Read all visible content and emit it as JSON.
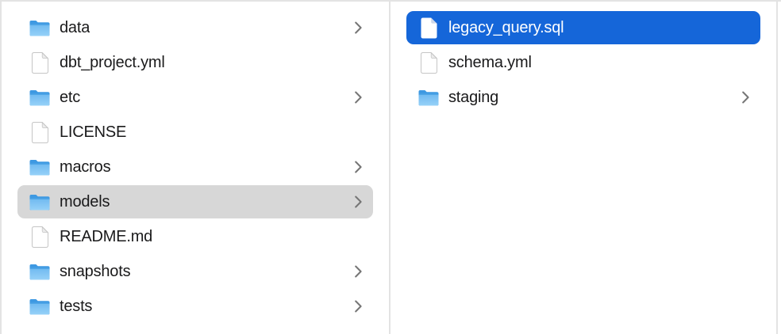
{
  "view": "finder-column-view",
  "colors": {
    "selection_blue": "#1566d9",
    "selection_gray": "#d7d7d7",
    "text": "#1a1a1b",
    "selected_text": "#ffffff",
    "divider": "#e3e3e3",
    "folder_blue": "#3e99e2",
    "chevron_gray": "#757575"
  },
  "icons": {
    "folder": "folder-icon",
    "document": "document-icon",
    "chevron": "chevron-right-icon"
  },
  "columns": [
    {
      "name": "left",
      "items": [
        {
          "label": "data",
          "type": "folder",
          "chevron": true,
          "selected": false
        },
        {
          "label": "dbt_project.yml",
          "type": "file",
          "chevron": false,
          "selected": false
        },
        {
          "label": "etc",
          "type": "folder",
          "chevron": true,
          "selected": false
        },
        {
          "label": "LICENSE",
          "type": "file",
          "chevron": false,
          "selected": false
        },
        {
          "label": "macros",
          "type": "folder",
          "chevron": true,
          "selected": false
        },
        {
          "label": "models",
          "type": "folder",
          "chevron": true,
          "selected": true,
          "selection_style": "gray"
        },
        {
          "label": "README.md",
          "type": "file",
          "chevron": false,
          "selected": false
        },
        {
          "label": "snapshots",
          "type": "folder",
          "chevron": true,
          "selected": false
        },
        {
          "label": "tests",
          "type": "folder",
          "chevron": true,
          "selected": false
        }
      ]
    },
    {
      "name": "right",
      "items": [
        {
          "label": "legacy_query.sql",
          "type": "file",
          "chevron": false,
          "selected": true,
          "selection_style": "blue"
        },
        {
          "label": "schema.yml",
          "type": "file",
          "chevron": false,
          "selected": false
        },
        {
          "label": "staging",
          "type": "folder",
          "chevron": true,
          "selected": false
        }
      ]
    }
  ]
}
